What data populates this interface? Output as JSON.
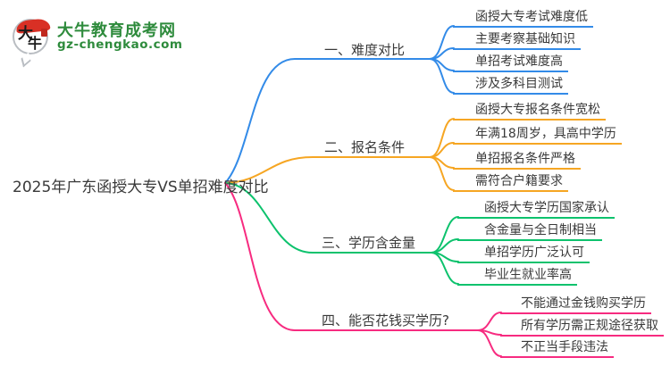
{
  "logo": {
    "icon_char_top": "大",
    "icon_char_bottom": "牛",
    "title": "大牛教育成考网",
    "url": "gz-chengkao.com",
    "brand_green": "#2e8b3c",
    "brand_red": "#d93025"
  },
  "root": {
    "label": "2025年广东函授大专VS单招难度对比"
  },
  "branches": [
    {
      "label": "一、难度对比",
      "color": "#338be8",
      "children": [
        "函授大专考试难度低",
        "主要考察基础知识",
        "单招考试难度高",
        "涉及多科目测试"
      ]
    },
    {
      "label": "二、报名条件",
      "color": "#f6a623",
      "children": [
        "函授大专报名条件宽松",
        "年满18周岁，具高中学历",
        "单招报名条件严格",
        "需符合户籍要求"
      ]
    },
    {
      "label": "三、学历含金量",
      "color": "#0dc26d",
      "children": [
        "函授大专学历国家承认",
        "含金量与全日制相当",
        "单招学历广泛认可",
        "毕业生就业率高"
      ]
    },
    {
      "label": "四、能否花钱买学历?",
      "color": "#f72b80",
      "children": [
        "不能通过金钱购买学历",
        "所有学历需正规途径获取",
        "不正当手段违法"
      ]
    }
  ]
}
